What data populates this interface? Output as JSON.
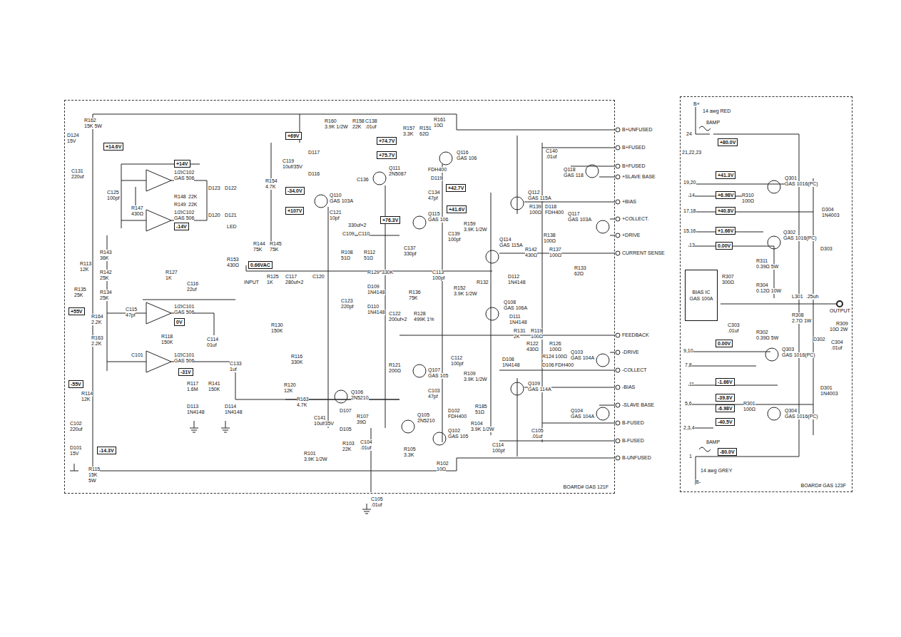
{
  "diagram": {
    "nodes": [
      {
        "text": [
          "BOARD# GAS 121F"
        ]
      },
      {
        "text": [
          "+14.6V"
        ],
        "in": 0
      },
      {
        "text": [
          "+14V"
        ],
        "in": 0
      },
      {
        "text": [
          "-14V"
        ],
        "in": 0
      },
      {
        "text": [
          "0V"
        ],
        "in": 0
      },
      {
        "text": [
          "-31V"
        ],
        "in": 0
      },
      {
        "text": [
          "+55V"
        ],
        "in": 0
      },
      {
        "text": [
          "-55V"
        ],
        "in": 0
      },
      {
        "text": [
          "-14.3V"
        ],
        "in": 0
      },
      {
        "text": [
          "0.66VAC"
        ],
        "in": 0
      },
      {
        "text": [
          "+69V"
        ],
        "in": 0
      },
      {
        "text": [
          "-34.0V"
        ],
        "in": 0
      },
      {
        "text": [
          "+107V"
        ],
        "in": 0
      },
      {
        "text": [
          "+76.3V"
        ],
        "in": 0
      },
      {
        "text": [
          "+74.7V"
        ],
        "in": 0
      },
      {
        "text": [
          "+75.7V"
        ],
        "in": 0
      },
      {
        "text": [
          "+42.7V"
        ],
        "in": 0
      },
      {
        "text": [
          "+41.6V"
        ],
        "in": 0
      },
      {
        "text": [
          "BOARD# GAS 123F"
        ]
      },
      {
        "text": [
          "BIAS IC",
          "GAS 100A"
        ],
        "in": 18
      },
      {
        "text": [
          "+80.0V"
        ],
        "in": 18
      },
      {
        "text": [
          "+41.3V"
        ],
        "in": 18
      },
      {
        "text": [
          "+6.98V"
        ],
        "in": 18
      },
      {
        "text": [
          "+40.8V"
        ],
        "in": 18
      },
      {
        "text": [
          "+1.66V"
        ],
        "in": 18
      },
      {
        "text": [
          "0.00V"
        ],
        "in": 18
      },
      {
        "text": [
          "0.00V"
        ],
        "in": 18
      },
      {
        "text": [
          "-1.66V"
        ],
        "in": 18
      },
      {
        "text": [
          "-39.8V"
        ],
        "in": 18
      },
      {
        "text": [
          "-6.98V"
        ],
        "in": 18
      },
      {
        "text": [
          "-40.5V"
        ],
        "in": 18
      },
      {
        "text": [
          "-80.0V"
        ],
        "in": 18
      }
    ],
    "labels": [
      "B+UNFUSED",
      "B+FUSED",
      "B+FUSED",
      "+SLAVE BASE",
      "+BIAS",
      "+COLLECT.",
      "+DRIVE",
      "CURRENT SENSE",
      "FEEDBACK",
      "-DRIVE",
      "-COLLECT",
      "-BIAS",
      "-SLAVE BASE",
      "B-FUSED",
      "B-FUSED",
      "B-UNFUSED",
      "B+",
      "14 awg RED",
      "8AMP",
      "24",
      "21,22,23",
      "19,20",
      "14",
      "17,18",
      "15,16",
      "13",
      "9,10",
      "7,8",
      "11",
      "5,6",
      "2,3,4",
      "1",
      "8AMP",
      "14 awg GREY",
      "B-",
      "OUTPUT",
      "R310",
      "100Ω",
      "Q301",
      "GAS 1016(PC)",
      "D304",
      "1N4003",
      "Q302",
      "GAS 1016(PC)",
      "D303",
      "R311",
      "0.39Ω 5W",
      "R307",
      "300Ω",
      "R304",
      "0.12Ω 10W",
      "L301",
      ".25uh",
      "R308",
      "2.7Ω 1W",
      "R309",
      "10Ω 2W",
      "C303",
      ".01uf",
      "R302",
      "0.39Ω 5W",
      "D302",
      "Q303",
      "GAS 1016(PC)",
      "C304",
      ".01uf",
      "R301",
      "100Ω",
      "Q304",
      "GAS 1016(PC)",
      "D301",
      "1N4003",
      "R162",
      "15K 5W",
      "D124",
      "15V",
      "C131",
      "220uf",
      "C125",
      "100pf",
      "1/2IC102",
      "GAS 506",
      "R148",
      "22K",
      "1/2IC102",
      "GAS 506",
      "R149",
      "22K",
      "D123",
      "D122",
      "D120",
      "D121",
      "LED",
      "R147",
      "430Ω",
      "R144",
      "75K",
      "R145",
      "75K",
      "R153",
      "430Ω",
      "INPUT",
      "R143",
      "36K",
      "R142",
      "25K",
      "R134",
      "25K",
      "R135",
      "25K",
      "R127",
      "1K",
      "C116",
      "22uf",
      "1/2IC101",
      "GAS 506",
      "C115",
      "47pf",
      "R118",
      "150K",
      "C114",
      "01uf",
      "1/2IC101",
      "GAS 506",
      "C133",
      "1uf",
      "R117",
      "1.6M",
      "R141",
      "150K",
      "R164",
      "2.2K",
      "R163",
      "2.2K",
      "C101",
      "R113",
      "12K",
      "R114",
      "12K",
      "C102",
      "220uf",
      "D101",
      "15V",
      "R115",
      "15K",
      "5W",
      "D113",
      "1N4148",
      "D114",
      "1N4148",
      "R125",
      "1K",
      "C117",
      "280uf×2",
      "C120",
      "R130",
      "150K",
      "R116",
      "330K",
      "R120",
      "12K",
      "R163",
      "4.7K",
      "C141",
      "10uf/35V",
      "Q106",
      "2N5210",
      "D107",
      "D105",
      "R107",
      "39Ω",
      "R101",
      "3.9K 1/2W",
      "R103",
      "22K",
      "C104",
      ".01uf",
      "C105",
      ".01uf",
      "Q105",
      "2N5210",
      "Q102",
      "GAS 105",
      "R105",
      "3.3K",
      "R102",
      "10Ω",
      "C103",
      "47pf",
      "D102",
      "FDH400",
      "C112",
      "100pf",
      "Q107",
      "GAS 105",
      "R121",
      "200Ω",
      "R136",
      "75K",
      "R128",
      "499K 1%",
      "C122",
      "200uf×2",
      "D109",
      "1N4148",
      "D110",
      "1N4148",
      "R129",
      "330K",
      "C123",
      "220pf",
      "R154",
      "4.7K",
      "C119",
      "10uf/35V",
      "D117",
      "D116",
      "R160",
      "3.9K 1/2W",
      "R158",
      "22K",
      "C138",
      ".01uf",
      "R157",
      "3.3K",
      "R151",
      "62Ω",
      "R161",
      "10Ω",
      "Q116",
      "GAS 106",
      "Q111",
      "2N5087",
      "FDH400",
      "D119",
      "Q110",
      "GAS 103A",
      "C136",
      "C121",
      "10pf",
      "C109",
      "C110",
      "330uf×2",
      "R108",
      "51Ω",
      "R112",
      "51Ω",
      "C137",
      "330pf",
      "Q115",
      "GAS 106",
      "C134",
      "47pf",
      "C139",
      "100pf",
      "C113",
      "100pf",
      "R159",
      "3.9K 1/2W",
      "C140",
      ".01uf",
      "Q118",
      "GAS 118",
      "Q112",
      "GAS 115A",
      "R139",
      "100Ω",
      "D118",
      "FDH400",
      "Q117",
      "GAS 103A",
      "R138",
      "100Ω",
      "R142",
      "430Ω",
      "R137",
      "100Ω",
      "R133",
      "62Ω",
      "Q114",
      "GAS 115A",
      "D112",
      "1N4148",
      "R132",
      "R152",
      "3.9K 1/2W",
      "Q108",
      "GAS 106A",
      "D111",
      "1N4148",
      "R131",
      "2K",
      "R119",
      "100Ω",
      "R122",
      "430Ω",
      "R126",
      "100Ω",
      "R124",
      "100Ω",
      "D108",
      "1N4148",
      "D106",
      "FDH400",
      "Q109",
      "GAS 114A",
      "Q103",
      "GAS 104A",
      "Q104",
      "GAS 104A",
      "R109",
      "3.9K 1/2W",
      "R185",
      "51Ω",
      "R104",
      "3.9K 1/2W",
      "C105",
      ".01uf",
      "C114",
      "100pf"
    ]
  }
}
